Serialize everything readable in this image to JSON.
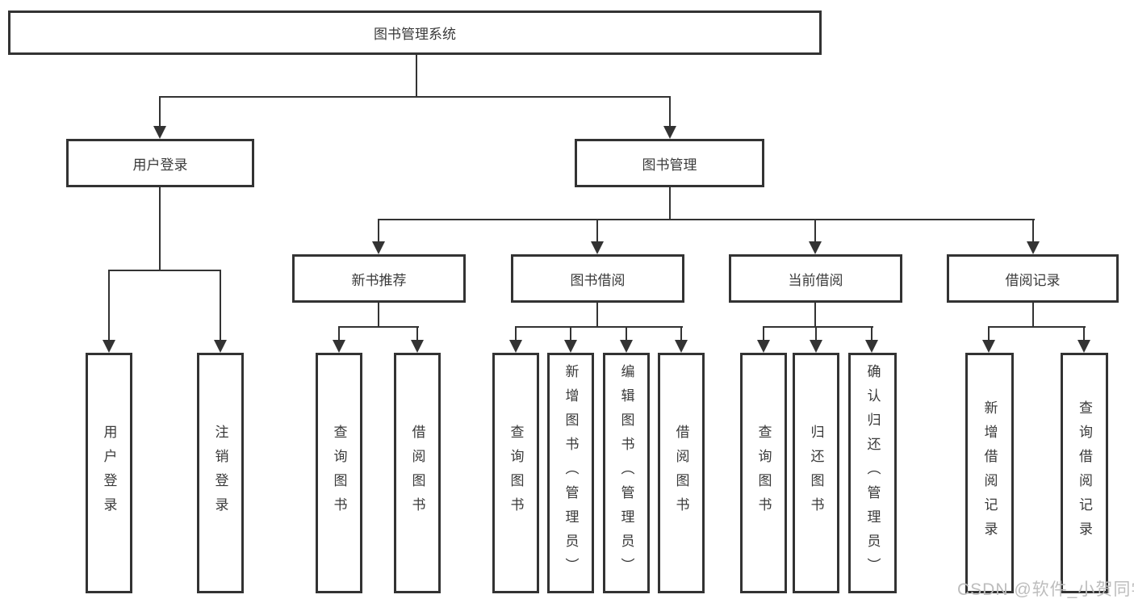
{
  "tree": {
    "root": "图书管理系统",
    "branches": [
      {
        "label": "用户登录",
        "children": [
          "用户登录",
          "注销登录"
        ]
      },
      {
        "label": "图书管理",
        "sections": [
          {
            "label": "新书推荐",
            "children": [
              "查询图书",
              "借阅图书"
            ]
          },
          {
            "label": "图书借阅",
            "children": [
              "查询图书",
              "新增图书（管理员）",
              "编辑图书（管理员）",
              "借阅图书"
            ]
          },
          {
            "label": "当前借阅",
            "children": [
              "查询图书",
              "归还图书",
              "确认归还（管理员）"
            ]
          },
          {
            "label": "借阅记录",
            "children": [
              "新增借阅记录",
              "查询借阅记录"
            ]
          }
        ]
      }
    ]
  },
  "watermark": "CSDN @软件_小贺同学",
  "colors": {
    "line": "#333333",
    "text": "#3a3a3a",
    "watermark": "#bdbdbd",
    "background": "#ffffff"
  }
}
